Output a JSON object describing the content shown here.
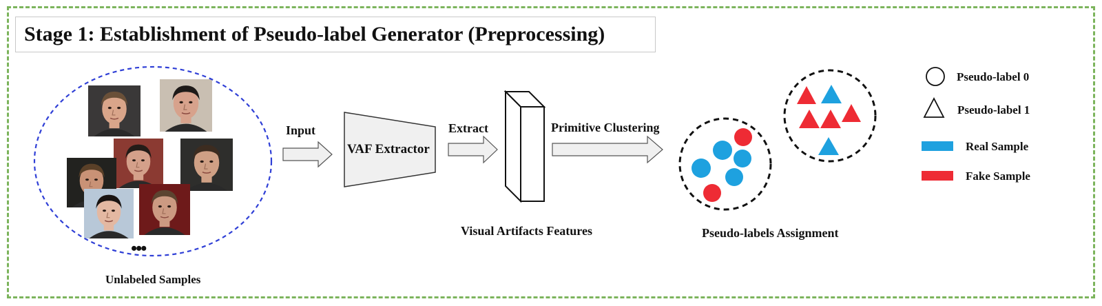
{
  "title": "Stage 1: Establishment of Pseudo-label Generator (Preprocessing)",
  "samples": {
    "label": "Unlabeled Samples",
    "ellipsis": "•••",
    "faces": [
      {
        "skin": "#d9a58a",
        "hair": "#6a5038",
        "bg": "#3a3838"
      },
      {
        "skin": "#d7a28c",
        "hair": "#1e1a18",
        "bg": "#c9bfb2"
      },
      {
        "skin": "#d4a08a",
        "hair": "#241c18",
        "bg": "#8b3a32"
      },
      {
        "skin": "#cfa085",
        "hair": "#3c2c20",
        "bg": "#2e2e2c"
      },
      {
        "skin": "#c99276",
        "hair": "#5a4028",
        "bg": "#22221f"
      },
      {
        "skin": "#e3b8a2",
        "hair": "#1a1412",
        "bg": "#b8c8d8"
      },
      {
        "skin": "#cc9a82",
        "hair": "#5c4430",
        "bg": "#6e1a1a"
      }
    ]
  },
  "arrows": {
    "input_label": "Input",
    "extract_label": "Extract",
    "clustering_label": "Primitive Clustering"
  },
  "extractor": {
    "label": "VAF Extractor"
  },
  "features": {
    "label": "Visual Artifacts Features"
  },
  "assignment": {
    "label": "Pseudo-labels Assignment"
  },
  "legend": {
    "pseudo0": "Pseudo-label 0",
    "pseudo1": "Pseudo-label 1",
    "real": "Real Sample",
    "fake": "Fake Sample"
  },
  "colors": {
    "frame": "#7cb45c",
    "ellipse": "#2f3fd6",
    "real": "#1ea1df",
    "fake": "#ee2b34",
    "shape_fill": "#f0f0f0"
  }
}
